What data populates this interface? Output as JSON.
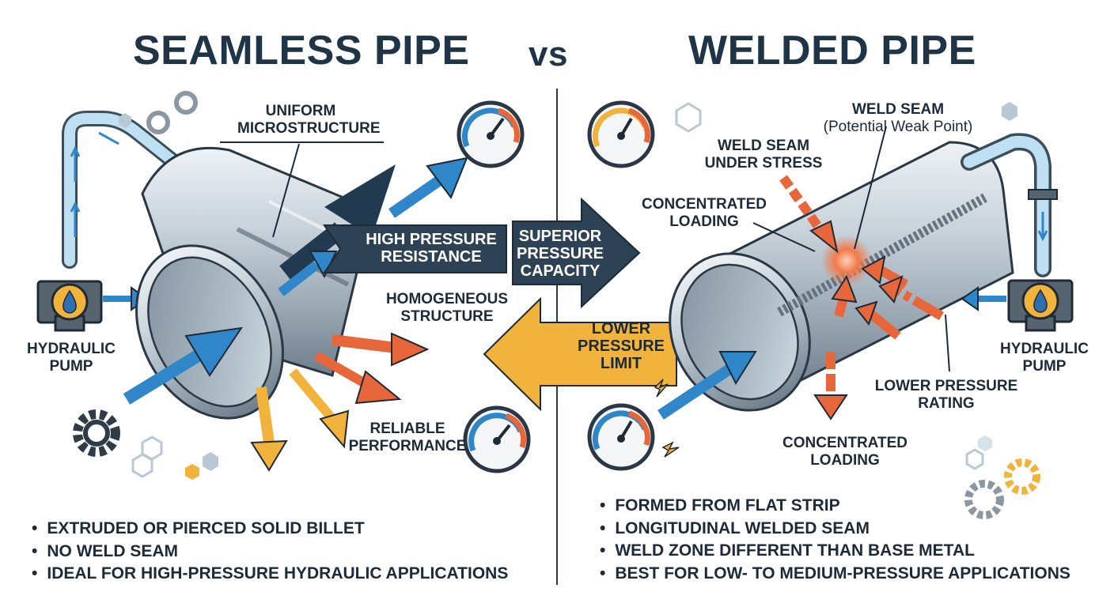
{
  "titles": {
    "left": "SEAMLESS PIPE",
    "vs": "vs",
    "right": "WELDED PIPE"
  },
  "seamless": {
    "labels": {
      "uniform_line1": "UNIFORM",
      "uniform_line2": "MICROSTRUCTURE",
      "high_pressure_line1": "HIGH PRESSURE",
      "high_pressure_line2": "RESISTANCE",
      "homogeneous_line1": "HOMOGENEOUS",
      "homogeneous_line2": "STRUCTURE",
      "pump_line1": "HYDRAULIC",
      "pump_line2": "PUMP",
      "reliable_line1": "RELIABLE",
      "reliable_line2": "PERFORMANCE"
    },
    "bullets": [
      "EXTRUDED OR PIERCED SOLID BILLET",
      "NO WELD SEAM",
      "IDEAL FOR HIGH-PRESSURE HYDRAULIC APPLICATIONS"
    ]
  },
  "center": {
    "superior_line1": "SUPERIOR",
    "superior_line2": "PRESSURE",
    "superior_line3": "CAPACITY",
    "lower_line1": "LOWER",
    "lower_line2": "PRESSURE",
    "lower_line3": "LIMIT"
  },
  "welded": {
    "labels": {
      "weld_seam": "WELD SEAM",
      "weak_point": "(Potential Weak Point)",
      "under_stress_line1": "WELD SEAM",
      "under_stress_line2": "UNDER STRESS",
      "concentrated_top_line1": "CONCENTRATED",
      "concentrated_top_line2": "LOADING",
      "pump_line1": "HYDRAULIC",
      "pump_line2": "PUMP",
      "lower_rating_line1": "LOWER PRESSURE",
      "lower_rating_line2": "RATING",
      "concentrated_bottom_line1": "CONCENTRATED",
      "concentrated_bottom_line2": "LOADING"
    },
    "bullets": [
      "FORMED FROM FLAT STRIP",
      "LONGITUDINAL WELDED SEAM",
      "WELD ZONE DIFFERENT THAN BASE METAL",
      "BEST FOR LOW- TO MEDIUM-PRESSURE APPLICATIONS"
    ]
  },
  "icons": [
    "gear-icon",
    "hexagon-icon",
    "pressure-gauge-icon",
    "water-drop-icon",
    "lightning-icon",
    "pump-icon"
  ],
  "colors": {
    "navy": "#1f3447",
    "blue_arrow": "#2f86c8",
    "orange_arrow": "#e8673a",
    "yellow_arrow": "#f2b33d",
    "steel": "#a9b6c1"
  }
}
